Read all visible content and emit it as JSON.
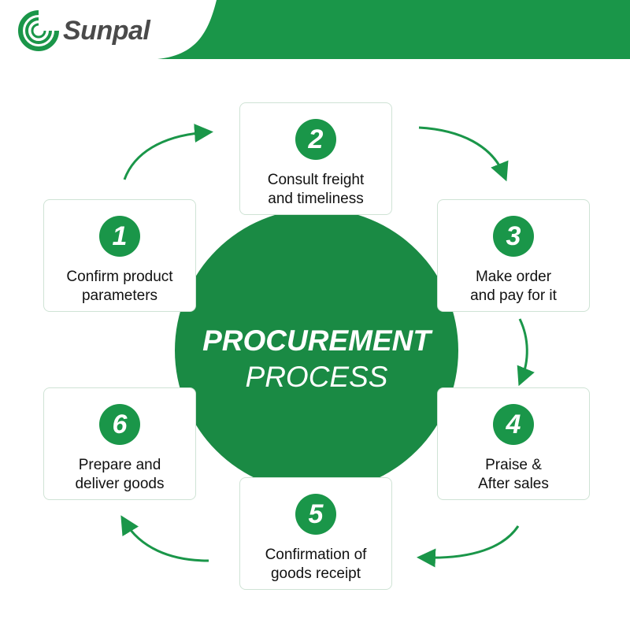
{
  "brand": {
    "name": "Sunpal",
    "color": "#1a9649"
  },
  "title": {
    "line1": "PROCUREMENT",
    "line2": "PROCESS"
  },
  "steps": [
    {
      "number": "1",
      "label1": "Confirm product",
      "label2": "parameters"
    },
    {
      "number": "2",
      "label1": "Consult freight",
      "label2": "and timeliness"
    },
    {
      "number": "3",
      "label1": "Make order",
      "label2": "and pay for it"
    },
    {
      "number": "4",
      "label1": "Praise &",
      "label2": "After sales"
    },
    {
      "number": "5",
      "label1": "Confirmation of",
      "label2": "goods receipt"
    },
    {
      "number": "6",
      "label1": "Prepare and",
      "label2": "deliver goods"
    }
  ]
}
